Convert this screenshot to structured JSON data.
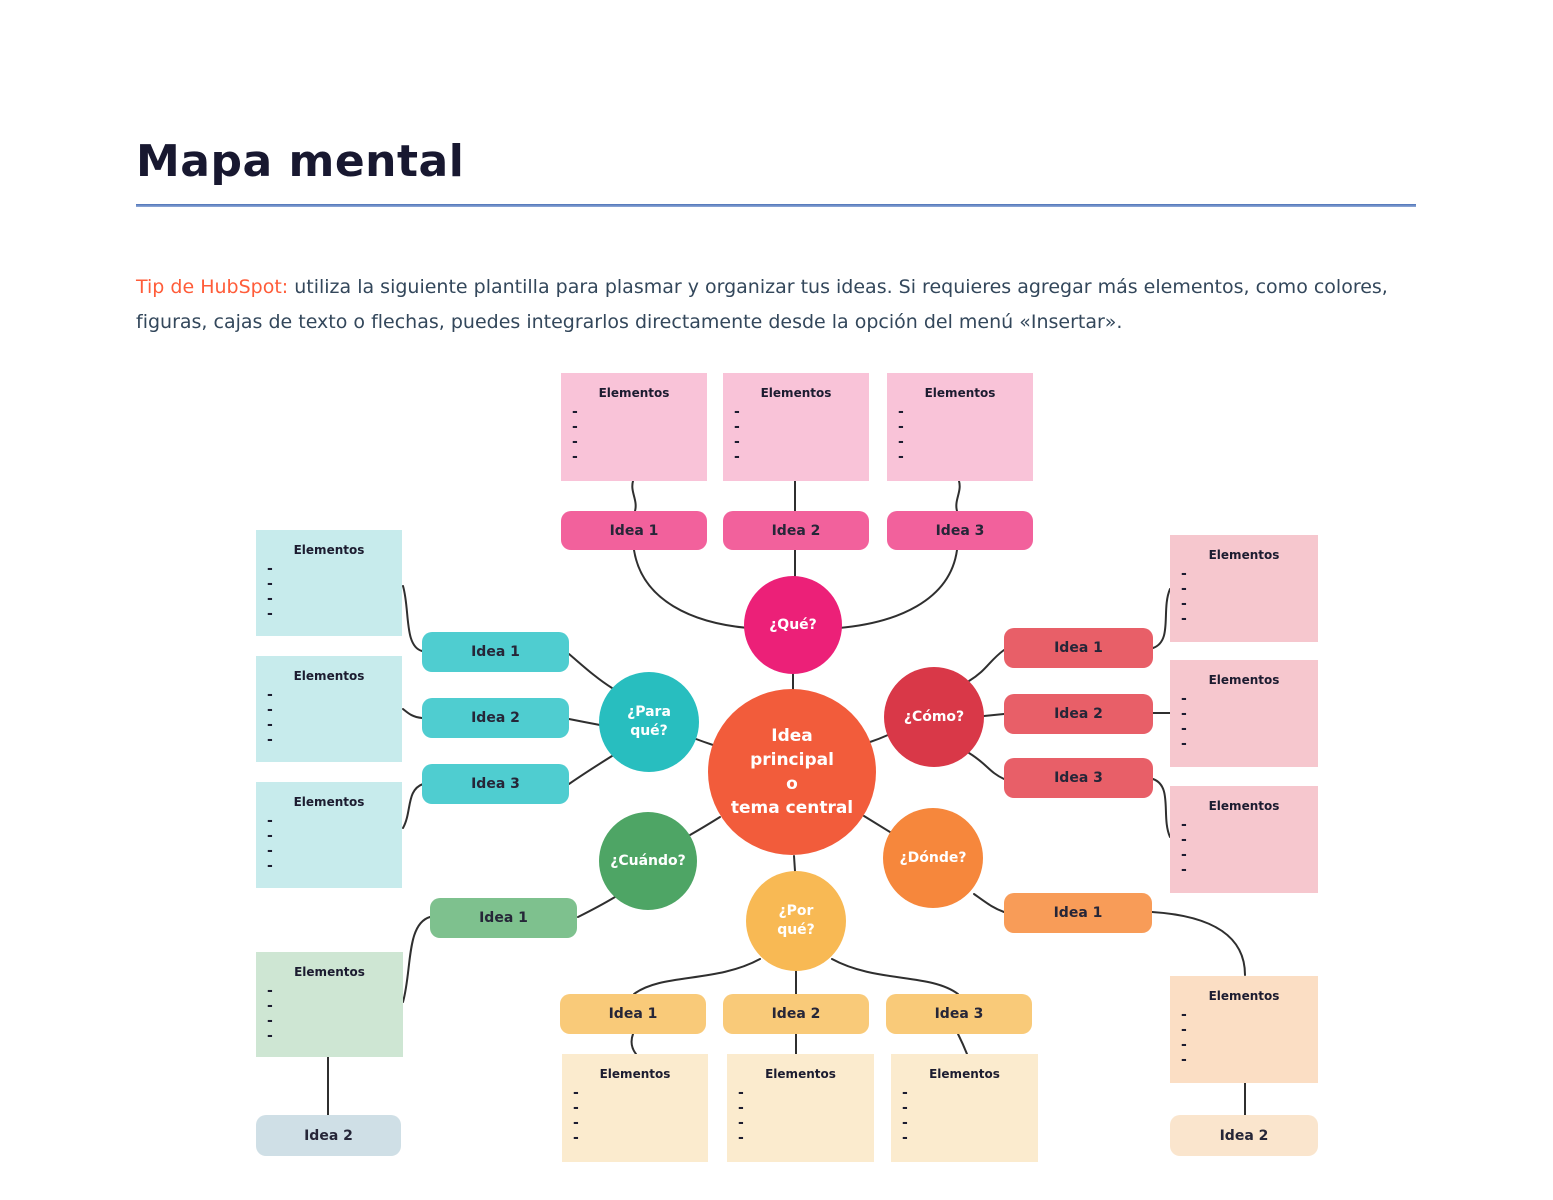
{
  "document": {
    "title": "Mapa mental",
    "tip": {
      "label": "Tip de HubSpot:",
      "text": " utiliza la siguiente plantilla para plasmar y organizar tus ideas. Si requieres agregar más elementos, como colores, figuras, cajas de texto o flechas, puedes integrarlos directamente desde la opción del menú «Insertar»."
    }
  },
  "colors": {
    "title_rule": "#5b80c7",
    "tip_highlight": "#ff5c39",
    "body_text": "#33475b",
    "connector": "#2f2f2f",
    "central": "#F25C3B",
    "que": "#EC2078",
    "que_idea": "#F2619C",
    "que_elements": "#F9C3D8",
    "para_que": "#28BEBF",
    "para_que_idea": "#4FCDD0",
    "para_que_elements": "#C7EBEC",
    "como": "#D93848",
    "como_idea": "#E85F68",
    "como_elements": "#F6C7CE",
    "cuando": "#4EA565",
    "cuando_idea1": "#7EC18E",
    "cuando_elements": "#CEE6D3",
    "cuando_idea2": "#CFDFE6",
    "donde": "#F6873C",
    "donde_idea1": "#F89C58",
    "donde_elements": "#FBDEC4",
    "donde_idea2": "#FAE5CD",
    "por_que": "#F8B954",
    "por_que_idea": "#F9CA79",
    "por_que_elements": "#FBEBCE"
  },
  "map": {
    "central_label": "Idea\nprincipal\no\ntema central",
    "dashes": "-\n-\n-\n-",
    "branches": {
      "que": {
        "label": "¿Qué?",
        "ideas": [
          "Idea 1",
          "Idea 2",
          "Idea 3"
        ],
        "elements": [
          "Elementos",
          "Elementos",
          "Elementos"
        ]
      },
      "para_que": {
        "label": "¿Para\nqué?",
        "ideas": [
          "Idea 1",
          "Idea 2",
          "Idea 3"
        ],
        "elements": [
          "Elementos",
          "Elementos",
          "Elementos"
        ]
      },
      "como": {
        "label": "¿Cómo?",
        "ideas": [
          "Idea 1",
          "Idea 2",
          "Idea 3"
        ],
        "elements": [
          "Elementos",
          "Elementos",
          "Elementos"
        ]
      },
      "cuando": {
        "label": "¿Cuándo?",
        "ideas": [
          "Idea 1",
          "Idea 2"
        ],
        "elements": [
          "Elementos"
        ]
      },
      "donde": {
        "label": "¿Dónde?",
        "ideas": [
          "Idea 1",
          "Idea 2"
        ],
        "elements": [
          "Elementos"
        ]
      },
      "por_que": {
        "label": "¿Por\nqué?",
        "ideas": [
          "Idea 1",
          "Idea 2",
          "Idea 3"
        ],
        "elements": [
          "Elementos",
          "Elementos",
          "Elementos"
        ]
      }
    }
  }
}
